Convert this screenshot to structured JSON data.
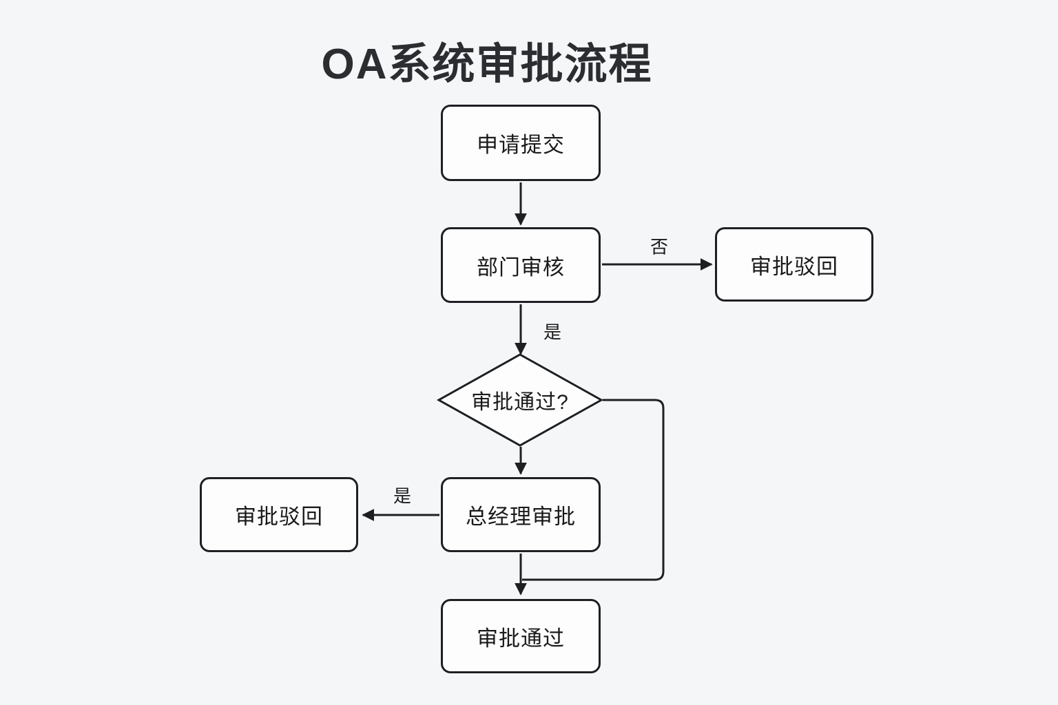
{
  "title": "OA系统审批流程",
  "nodes": {
    "submit": {
      "label": "申请提交",
      "type": "process"
    },
    "dept_review": {
      "label": "部门审核",
      "type": "process"
    },
    "reject_dept": {
      "label": "审批驳回",
      "type": "process"
    },
    "decision": {
      "label": "审批通过?",
      "type": "decision"
    },
    "gm_approval": {
      "label": "总经理审批",
      "type": "process"
    },
    "reject_gm": {
      "label": "审批驳回",
      "type": "process"
    },
    "approved": {
      "label": "审批通过",
      "type": "process"
    }
  },
  "edges": [
    {
      "from": "submit",
      "to": "dept_review",
      "label": ""
    },
    {
      "from": "dept_review",
      "to": "reject_dept",
      "label": "否"
    },
    {
      "from": "dept_review",
      "to": "decision",
      "label": "是"
    },
    {
      "from": "decision",
      "to": "gm_approval",
      "label": ""
    },
    {
      "from": "gm_approval",
      "to": "reject_gm",
      "label": "是"
    },
    {
      "from": "gm_approval",
      "to": "approved",
      "label": ""
    },
    {
      "from": "decision",
      "to": "approved",
      "label": "",
      "route": "right-side-loop"
    }
  ],
  "edge_labels": {
    "dept_no": "否",
    "dept_yes": "是",
    "gm_yes": "是"
  },
  "colors": {
    "background": "#f5f6f8",
    "node_fill": "#fdfdfd",
    "stroke": "#1e1f22",
    "text": "#1a1a1a"
  }
}
